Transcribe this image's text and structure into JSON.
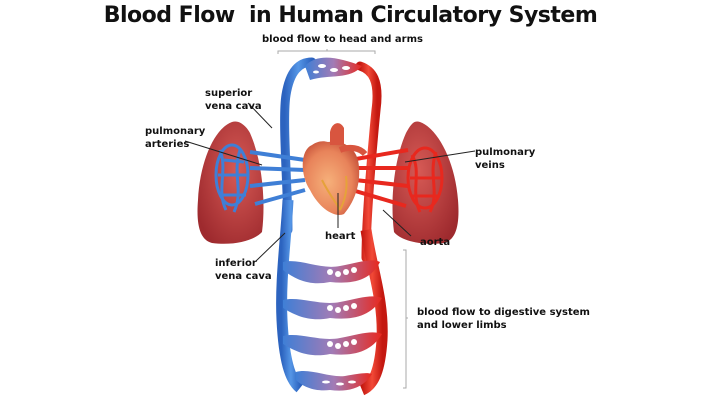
{
  "title": "Blood Flow  in Human Circulatory System",
  "labels": {
    "head_arms": "blood flow to head and arms",
    "superior_vena_cava": [
      "superior",
      "vena cava"
    ],
    "pulmonary_arteries": [
      "pulmonary",
      "arteries"
    ],
    "pulmonary_veins": [
      "pulmonary",
      "veins"
    ],
    "heart": "heart",
    "aorta": "aorta",
    "inferior_vena_cava": [
      "inferior",
      "vena cava"
    ],
    "digestive_lower": [
      "blood flow to digestive system",
      "and lower limbs"
    ]
  },
  "colors": {
    "deoxygenated": "#3f7fd6",
    "oxygenated": "#e8281e",
    "capillary_mix": "#9a6aa8",
    "lung_tissue": "#b8383a",
    "heart": "#e88a5c"
  },
  "capillary_beds": [
    "head-and-arms",
    "digestive-1",
    "digestive-2",
    "digestive-3",
    "lower-limbs"
  ]
}
